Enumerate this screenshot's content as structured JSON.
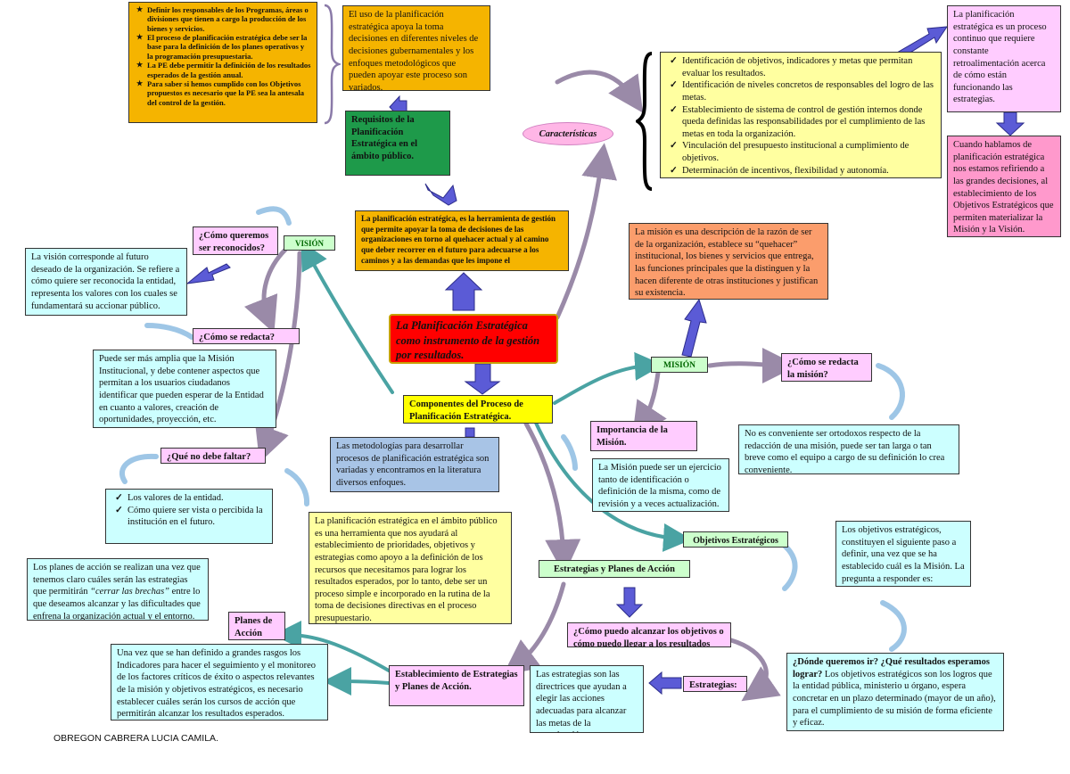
{
  "center": {
    "title": "La Planificación Estratégica como instrumento de la gestión por resultados."
  },
  "top_left_list": [
    "Definir los responsables de los Programas, áreas o divisiones que tienen a cargo la producción de los bienes y servicios.",
    "El proceso de planificación estratégica debe ser la base para la definición de los planes operativos y la programación presupuestaria.",
    "La PE debe permitir la definición de los resultados esperados de la gestión anual.",
    "Para saber si hemos cumplido con los Objetivos propuestos es necesario que la PE sea la antesala del control de la gestión."
  ],
  "top_uso": "El uso de la planificación estratégica apoya la toma decisiones en diferentes niveles de decisiones gubernamentales y los enfoques metodológicos que pueden apoyar este proceso son variados.",
  "requisitos": "Requisitos de la Planificación Estratégica en el ámbito público.",
  "herramienta": "La planificación estratégica, es la herramienta de gestión que permite apoyar la toma de decisiones de las organizaciones en torno al quehacer actual y al camino que deber recorrer en el futuro para adecuarse a los caminos y a las demandas que les impone el",
  "caracteristicas_label": "Características",
  "caracteristicas_list": [
    "Identificación de objetivos, indicadores y metas que permitan evaluar los resultados.",
    "Identificación de niveles concretos de responsables del logro de las metas.",
    "Establecimiento de sistema de control de gestión internos donde queda definidas las responsabilidades por el cumplimiento de las metas en toda la organización.",
    "Vinculación del presupuesto institucional a cumplimiento de objetivos.",
    "Determinación de incentivos, flexibilidad y autonomía."
  ],
  "proceso_continuo": "La planificación estratégica es un proceso continuo que requiere constante retroalimentación acerca de cómo están funcionando las estrategias.",
  "grandes_decisiones": "Cuando hablamos de planificación estratégica nos estamos refiriendo a las grandes decisiones, al establecimiento de los Objetivos Estratégicos que permiten materializar la Misión y la Visión.",
  "mision_desc": "La misión es una descripción de la razón de ser de la organización, establece su “quehacer” institucional, los bienes y servicios que entrega, las funciones principales que la distinguen y la hacen diferente de otras instituciones y justifican su existencia.",
  "como_reconocidos": "¿Cómo queremos ser reconocidos?",
  "vision_label": "VISIÓN",
  "vision_def": "La visión corresponde al futuro deseado de la organización. Se refiere a cómo quiere ser reconocida la entidad, representa los valores con los cuales se fundamentará su accionar público.",
  "como_redacta_v": "¿Cómo se redacta?",
  "vision_redaccion": "Puede ser más amplia que la Misión Institucional, y debe contener aspectos que permitan a los usuarios ciudadanos identificar que pueden esperar de la Entidad en cuanto a valores, creación de oportunidades, proyección, etc.",
  "no_faltar": "¿Qué no debe faltar?",
  "no_faltar_list": [
    "Los valores de la entidad.",
    " Cómo quiere ser vista o percibida la institución en el futuro."
  ],
  "componentes": "Componentes del Proceso de Planificación Estratégica.",
  "metodologias": "Las metodologías para desarrollar procesos de planificación estratégica son variadas y encontramos en la literatura diversos enfoques.",
  "ambito_publico": "La planificación estratégica en el ámbito público es una herramienta que nos ayudará al establecimiento de prioridades, objetivos y estrategias como apoyo a la definición de los recursos que necesitamos para lograr los resultados esperados, por lo tanto, debe ser un proceso simple e incorporado en la rutina de la toma de decisiones directivas en el proceso presupuestario.",
  "mision_label": "MISIÓN",
  "como_redacta_m": "¿Cómo se redacta la misión?",
  "mision_redaccion": "No es conveniente ser ortodoxos respecto de la redacción de una misión, puede ser tan larga o tan breve como el equipo a cargo de su definición lo crea conveniente.",
  "importancia_mision": "Importancia de la Misión.",
  "mision_ejercicio": "La Misión puede ser un ejercicio tanto de identificación o definición de la misma, como de revisión y a veces actualización.",
  "objetivos_label": "Objetivos Estratégicos",
  "objetivos_desc": "Los objetivos estratégicos, constituyen el siguiente paso a definir, una vez que se ha establecido cuál es la Misión. La pregunta a responder es:",
  "donde_queremos_q": "¿Dónde queremos ir? ¿Qué resultados esperamos lograr?",
  "donde_queremos_a": " Los objetivos estratégicos son los logros que la entidad pública, ministerio u órgano, espera concretar en un plazo determinado (mayor de un año), para el cumplimiento de su misión de forma eficiente y eficaz.",
  "estrategias_planes": "Estrategias y Planes de Acción",
  "como_alcanzar": "¿Cómo puedo alcanzar los objetivos o cómo puedo llegar a los resultados",
  "estrategias_label": "Estrategias:",
  "estrategias_desc": "Las estrategias son las directrices que ayudan a elegir las acciones adecuadas para alcanzar las metas de la organización.",
  "establecimiento": "Establecimiento de Estrategias y Planes de Acción.",
  "planes_label": "Planes de Acción",
  "planes_desc_pre": "Los planes de acción se realizan una vez que tenemos claro cuáles serán las estrategias que permitirán ",
  "planes_desc_em": "“cerrar las brechas”",
  "planes_desc_post": " entre lo que deseamos alcanzar y las dificultades que enfrena la organización actual y el entorno.",
  "indicadores": "Una vez que se han definido a grandes rasgos los Indicadores para hacer el seguimiento y el monitoreo de los factores críticos de éxito o aspectos relevantes de la misión y objetivos estratégicos, es necesario establecer cuáles serán los cursos de acción que permitirán alcanzar los resultados esperados.",
  "footer": "OBREGON CABRERA LUCIA CAMILA.",
  "colors": {
    "orange": "#f5b400",
    "yellow": "#ffffa0",
    "cyan": "#ccffff",
    "pink": "#ffccff",
    "green": "#1e9a4a",
    "red": "#ff0000",
    "arrow_blue": "#5b5bd6",
    "arrow_gray": "#9a8aa8",
    "arrow_teal": "#4aa3a3"
  }
}
